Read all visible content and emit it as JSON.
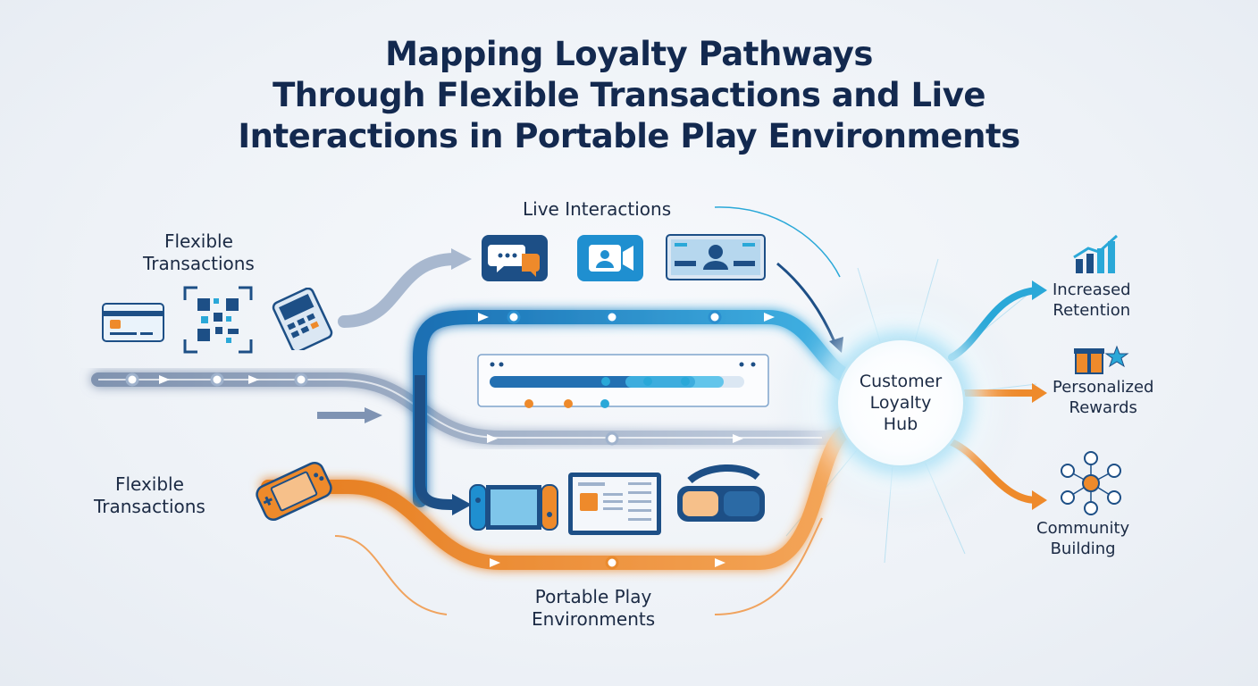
{
  "title": {
    "line1": "Mapping Loyalty Pathways",
    "line2": "Through Flexible Transactions and Live",
    "line3": "Interactions in Portable Play Environments"
  },
  "labels": {
    "live_interactions": "Live Interactions",
    "flexible_transactions_top": {
      "line1": "Flexible",
      "line2": "Transactions"
    },
    "flexible_transactions_bottom": {
      "line1": "Flexible",
      "line2": "Transactions"
    },
    "portable_play": {
      "line1": "Portable Play",
      "line2": "Environments"
    }
  },
  "hub": {
    "line1": "Customer",
    "line2": "Loyalty",
    "line3": "Hub"
  },
  "outcomes": [
    {
      "line1": "Increased",
      "line2": "Retention",
      "icon": "growth-chart-icon"
    },
    {
      "line1": "Personalized",
      "line2": "Rewards",
      "icon": "gift-star-icon"
    },
    {
      "line1": "Community",
      "line2": "Building",
      "icon": "community-network-icon"
    }
  ],
  "colors": {
    "title": "#13294f",
    "blue_path": "#1f8fd0",
    "dark_blue_path": "#1d4f86",
    "gray_path": "#8fa2bd",
    "orange_path": "#ee8a2b",
    "hub_glow": "#8fd6f2"
  },
  "icons": {
    "transactions": [
      "credit-card-icon",
      "qr-code-icon",
      "payment-terminal-icon"
    ],
    "live": [
      "chat-bubbles-icon",
      "video-call-icon",
      "livestream-icon"
    ],
    "portable": [
      "handheld-console-icon",
      "switch-console-icon",
      "tablet-icon",
      "vr-headset-icon"
    ]
  }
}
